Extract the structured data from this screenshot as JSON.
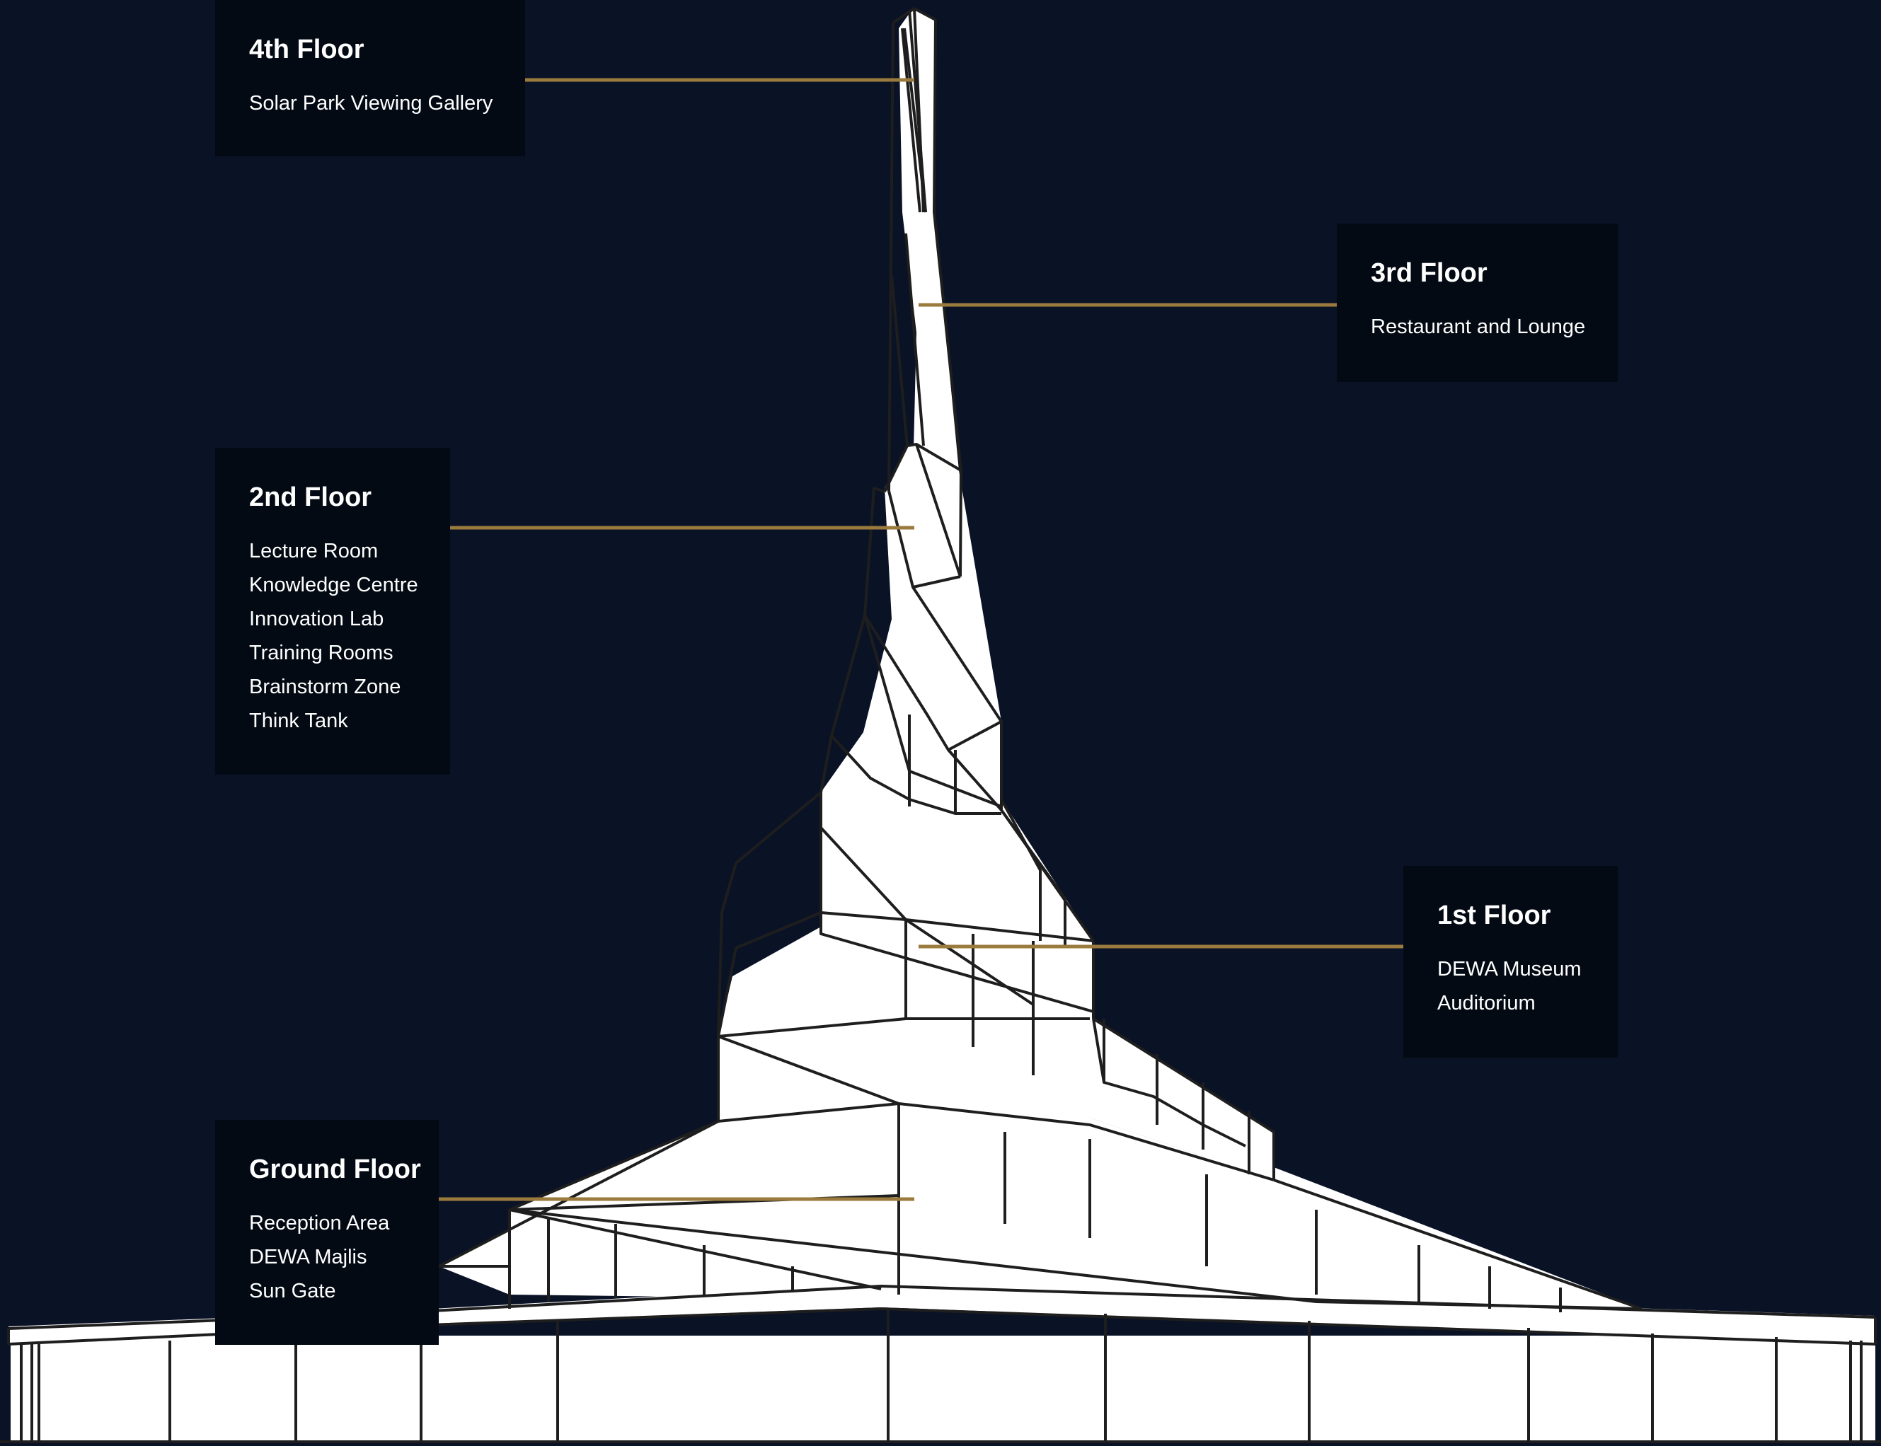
{
  "floors": [
    {
      "id": "4th",
      "title": "4th Floor",
      "items": [
        "Solar Park Viewing Gallery"
      ]
    },
    {
      "id": "3rd",
      "title": "3rd Floor",
      "items": [
        "Restaurant and Lounge"
      ]
    },
    {
      "id": "2nd",
      "title": "2nd Floor",
      "items": [
        "Lecture Room",
        "Knowledge Centre",
        "Innovation Lab",
        "Training Rooms",
        "Brainstorm Zone",
        "Think Tank"
      ]
    },
    {
      "id": "1st",
      "title": "1st Floor",
      "items": [
        "DEWA Museum",
        "Auditorium"
      ]
    },
    {
      "id": "ground",
      "title": "Ground Floor",
      "items": [
        "Reception Area",
        "DEWA Majlis",
        "Sun Gate"
      ]
    }
  ],
  "colors": {
    "background": "#0a1226",
    "panel": "#030a13",
    "accent": "#9b7b3d",
    "building_fill": "#ffffff",
    "building_stroke": "#1e1e1e"
  }
}
